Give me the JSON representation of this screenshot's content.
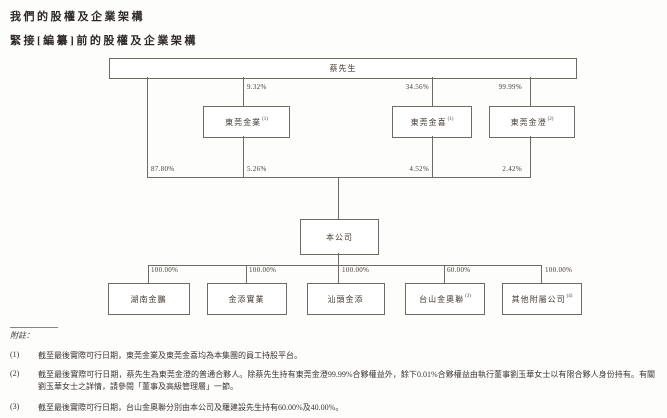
{
  "page": {
    "title": "我們的股權及企業架構",
    "subtitle": "緊接[編纂]前的股權及企業架構"
  },
  "chart": {
    "top_node": {
      "label": "蔡先生"
    },
    "company_node": {
      "label": "本公司"
    },
    "direct_ownership_pct": "87.80%",
    "mid_nodes": [
      {
        "label": "東莞金業",
        "note_ref": "(1)",
        "pct_from_top": "9.32%",
        "pct_in_company": "5.26%"
      },
      {
        "label": "東莞金喜",
        "note_ref": "(1)",
        "pct_from_top": "34.56%",
        "pct_in_company": "4.52%"
      },
      {
        "label": "東莞金澄",
        "note_ref": "(2)",
        "pct_from_top": "99.99%",
        "pct_in_company": "2.42%"
      }
    ],
    "bottom_nodes": [
      {
        "label": "湖南金鵬",
        "note_ref": "",
        "pct": "100.00%"
      },
      {
        "label": "金添實業",
        "note_ref": "",
        "pct": "100.00%"
      },
      {
        "label": "汕頭金添",
        "note_ref": "",
        "pct": "100.00%"
      },
      {
        "label": "台山金奧聯",
        "note_ref": "(3)",
        "pct": "60.00%"
      },
      {
        "label": "其他附屬公司",
        "note_ref": "(4)",
        "pct": "100.00%"
      }
    ]
  },
  "notes": {
    "heading": "附註：",
    "items": [
      {
        "marker": "(1)",
        "text": "截至最後實際可行日期，東莞金業及東莞金喜均為本集團的員工持股平台。"
      },
      {
        "marker": "(2)",
        "text": "截至最後實際可行日期，蔡先生為東莞金澄的普通合夥人。除蔡先生持有東莞金澄99.99%合夥權益外，餘下0.01%合夥權益由執行董事劉玉華女士以有限合夥人身份持有。有關劉玉華女士之詳情，請參閱「董事及高級管理層」一節。"
      },
      {
        "marker": "(3)",
        "text": "截至最後實際可行日期，台山金奧聯分別由本公司及羅建設先生持有60.00%及40.00%。"
      }
    ]
  }
}
